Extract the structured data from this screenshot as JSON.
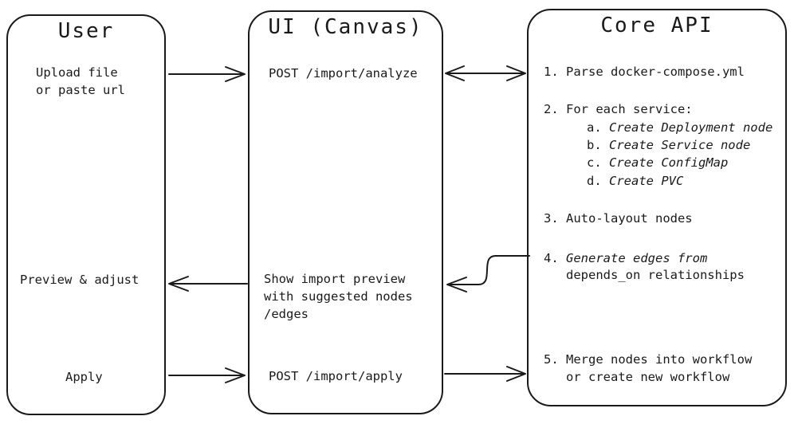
{
  "colors": {
    "stroke": "#1a1a1a",
    "background": "#ffffff"
  },
  "user": {
    "title": "User",
    "upload": "Upload file\nor paste url",
    "preview": "Preview & adjust",
    "apply": "Apply"
  },
  "ui": {
    "title": "UI (Canvas)",
    "analyze": "POST /import/analyze",
    "show_preview": "Show import preview\nwith suggested nodes\n/edges",
    "apply": "POST /import/apply"
  },
  "coreapi": {
    "title": "Core API",
    "lines": [
      {
        "prefix": "1. ",
        "text": "Parse docker-compose.yml"
      },
      {
        "prefix": "2. ",
        "text": "For each service:"
      },
      {
        "prefix": "a. ",
        "text": "Create Deployment node"
      },
      {
        "prefix": "b. ",
        "text": "Create Service node"
      },
      {
        "prefix": "c. ",
        "text": "Create ConfigMap"
      },
      {
        "prefix": "d. ",
        "text": "Create PVC"
      },
      {
        "prefix": "3. ",
        "text": "Auto-layout nodes"
      },
      {
        "prefix": "4. ",
        "text": "Generate edges from"
      },
      {
        "prefix": "",
        "text": "depends_on relationships"
      },
      {
        "prefix": "5. ",
        "text": "Merge nodes into workflow"
      },
      {
        "prefix": "",
        "text": "or create new workflow"
      }
    ]
  },
  "arrows": {
    "upload_to_analyze": "User to UI: upload",
    "analyze_to_core": "UI to Core API: analyze (bidirectional)",
    "core_to_preview": "Core API to UI: edges result",
    "preview_to_user": "UI to User: show preview",
    "apply_to_ui": "User to UI: apply",
    "ui_apply_to_core": "UI to Core API: apply"
  }
}
